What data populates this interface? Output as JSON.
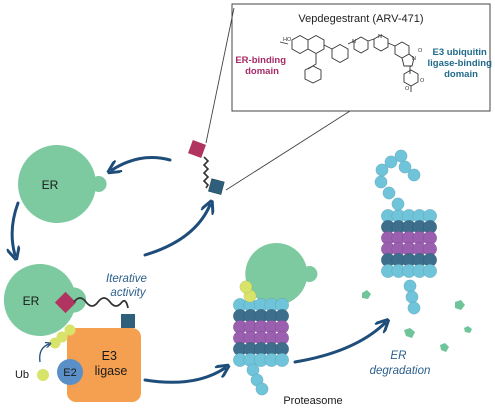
{
  "molecule": {
    "name": "Vepdegestrant (ARV-471)",
    "er_binding_label": [
      "ER-binding",
      "domain"
    ],
    "e3_binding_label": [
      "E3 ubiquitin",
      "ligase-binding",
      "domain"
    ]
  },
  "cycle": {
    "er_label": "ER",
    "iterative_label": [
      "Iterative",
      "activity"
    ],
    "ub_label": "Ub",
    "e2_label": "E2",
    "e3_label": [
      "E3",
      "ligase"
    ]
  },
  "proteasome": {
    "label": "Proteasome",
    "degradation_label": [
      "ER",
      "degradation"
    ]
  },
  "colors": {
    "er_green": "#7dc9a0",
    "ligase_orange": "#f5a050",
    "warhead_magenta": "#b0345f",
    "anchor_blue": "#2f5f7a",
    "arrow_blue": "#1f4d7a",
    "ub_yellow": "#d8e36a",
    "proteasome_cyan": "#6fc4da",
    "proteasome_dark": "#3d6e8c",
    "proteasome_purple": "#9b5fb0"
  }
}
